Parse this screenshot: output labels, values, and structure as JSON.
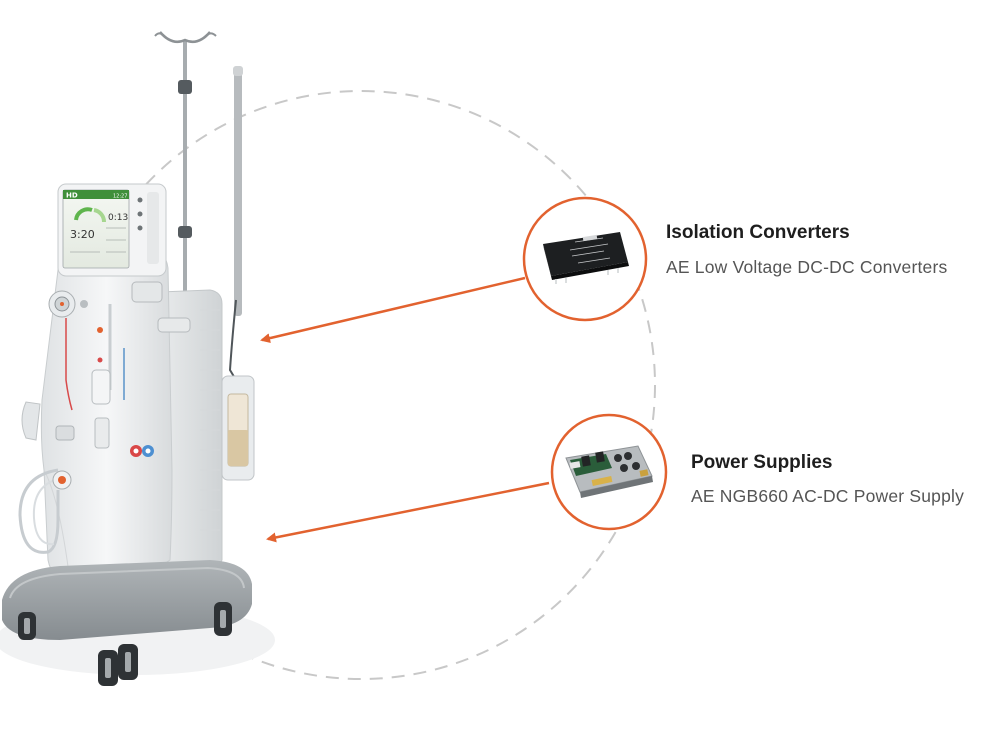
{
  "colors": {
    "accent": "#e2622f",
    "dashed_circle": "#c8c8c8",
    "machine_body": "#eef0f1",
    "machine_base": "#9aa0a3"
  },
  "callouts": [
    {
      "title": "Isolation Converters",
      "subtitle": "AE Low Voltage DC-DC Converters",
      "icon": "dc-dc-converter-module-icon"
    },
    {
      "title": "Power Supplies",
      "subtitle": "AE NGB660 AC-DC Power Supply",
      "icon": "ac-dc-power-supply-board-icon"
    }
  ],
  "device": {
    "icon": "dialysis-machine-illustration",
    "screen_mode": "HD",
    "screen_clock": "12:27",
    "screen_main_value": "3:20",
    "screen_sub_value": "0:13"
  }
}
